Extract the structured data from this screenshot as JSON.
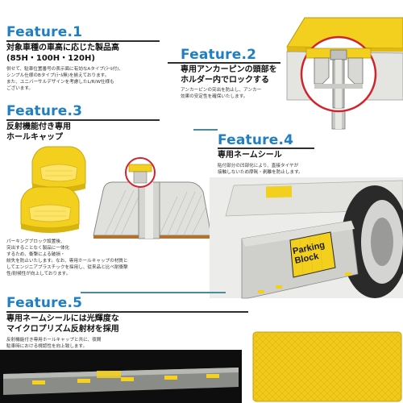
{
  "features": [
    {
      "label": "Feature.1",
      "title_lines": [
        "対象車種の車高に応じた製品高",
        "(85H・100H・120H)"
      ],
      "body_lines": [
        "併せて、駐車位置番号の表示面に有効なAタイプ(ﾗｰﾙ付)、",
        "シンプル仕様のBタイプ(ﾗｰﾙ無)を揃えております。",
        "また、ユニバーサルデザインを考慮したL/R/W仕様も",
        "ございます。"
      ]
    },
    {
      "label": "Feature.2",
      "title_lines": [
        "専用アンカーピンの頭部を",
        "ホルダー内でロックする"
      ],
      "body_lines": [
        "アンカーピンの突出を防止し、アンカー",
        "効果の安定性を確保いたします。"
      ]
    },
    {
      "label": "Feature.3",
      "title_lines": [
        "反射機能付き専用",
        "ホールキャップ"
      ],
      "body_lines": [
        "パーキングブロック設置後、",
        "突出することなく製品に一体化",
        "するため、衝撃による破損・",
        "紛失を防止いたします。なお、専用ホールキャップの材質と",
        "してエンジニアプラスチックを採用し、従来品と比べ耐衝撃",
        "性/耐候性が向上しております。"
      ]
    },
    {
      "label": "Feature.4",
      "title_lines": [
        "専用ネームシール"
      ],
      "body_lines": [
        "貼付部分の凹部化により、直接タイヤが",
        "接触しないため摩耗・剥離を防止します。"
      ]
    },
    {
      "label": "Feature.5",
      "title_lines": [
        "専用ネームシールには光輝度な",
        "マイクロプリズム反射材を採用"
      ],
      "body_lines": [
        "反射機能付き専用ホールキャップと共に、夜間",
        "駐車時における視認性を向上致します。"
      ]
    }
  ],
  "product_sign_text": "Parking Block",
  "colors": {
    "accent_blue": "#1f7fc4",
    "product_yellow": "#f3cf1e",
    "highlight_red": "#d2232a",
    "concrete_gray": "#cfd0cc"
  }
}
